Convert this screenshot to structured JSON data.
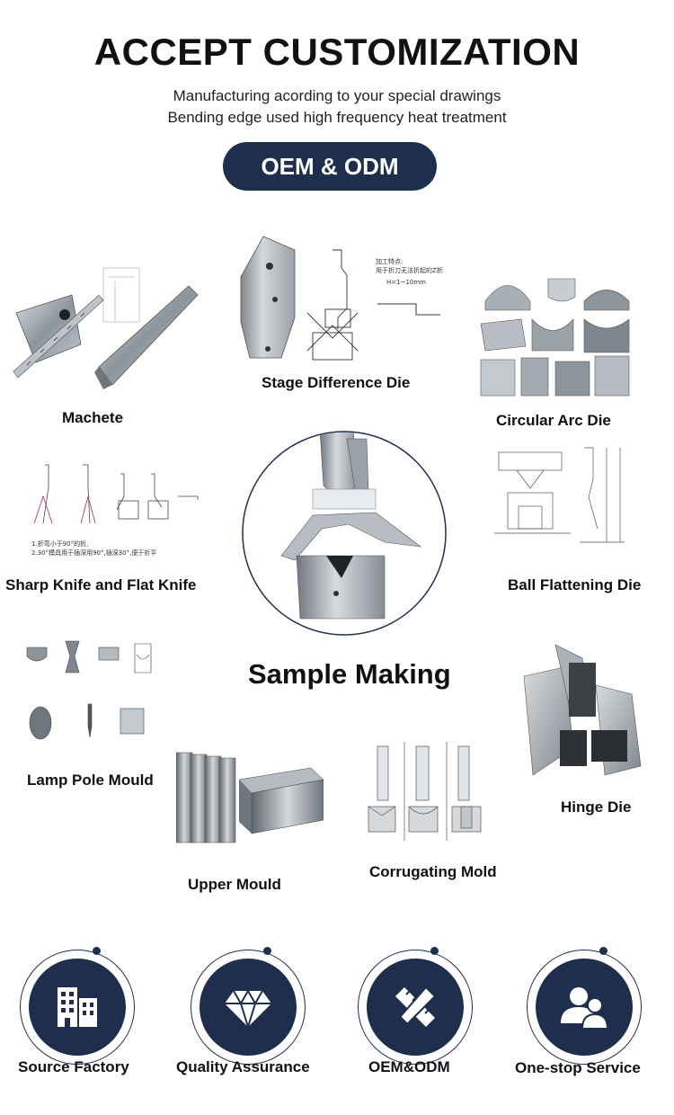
{
  "header": {
    "title": "ACCEPT CUSTOMIZATION",
    "subtitle_line1": "Manufacturing acording to your special drawings",
    "subtitle_line2": "Bending edge used high frequency heat treatment",
    "badge": "OEM & ODM"
  },
  "products": {
    "machete": "Machete",
    "stage_difference_die": "Stage Difference Die",
    "circular_arc_die": "Circular Arc Die",
    "sharp_knife_flat_knife": "Sharp Knife and Flat Knife",
    "ball_flattening_die": "Ball Flattening Die",
    "sample_making": "Sample Making",
    "lamp_pole_mould": "Lamp Pole Mould",
    "hinge_die": "Hinge Die",
    "upper_mould": "Upper Mould",
    "corrugating_mold": "Corrugating Mold"
  },
  "drawing_notes": {
    "stage_note_1": "加工特点:",
    "stage_note_2": "用于折刀无法折起的Z折",
    "stage_note_3": "H=1~10mm",
    "knife_note_1": "1.折弯小于90°的折,",
    "knife_note_2": "2.30°模具用于插深用90°,插深30°,便于折平"
  },
  "features": [
    {
      "label": "Source Factory",
      "icon": "building-icon"
    },
    {
      "label": "Quality Assurance",
      "icon": "diamond-icon"
    },
    {
      "label": "OEM&ODM",
      "icon": "pencil-ruler-icon"
    },
    {
      "label": "One-stop Service",
      "icon": "users-icon"
    }
  ],
  "colors": {
    "accent": "#1e2f4d",
    "text": "#111111",
    "steel": "#9aa3ab"
  }
}
